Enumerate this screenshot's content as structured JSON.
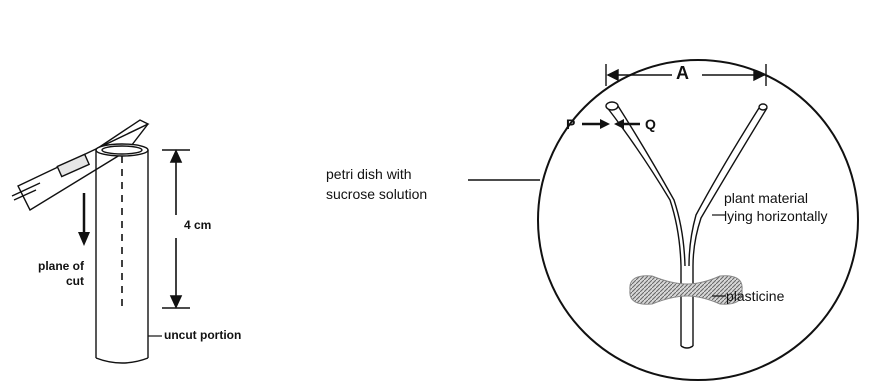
{
  "left_figure": {
    "measure_label": "4 cm",
    "plane_label_line1": "plane of",
    "plane_label_line2": "cut",
    "uncut_label": "uncut portion"
  },
  "right_figure": {
    "dish_label_line1": "petri dish with",
    "dish_label_line2": "sucrose solution",
    "distance_label": "A",
    "point_p": "P",
    "point_q": "Q",
    "plant_label_line1": "plant material",
    "plant_label_line2": "lying horizontally",
    "plasticine_label": "plasticine"
  }
}
